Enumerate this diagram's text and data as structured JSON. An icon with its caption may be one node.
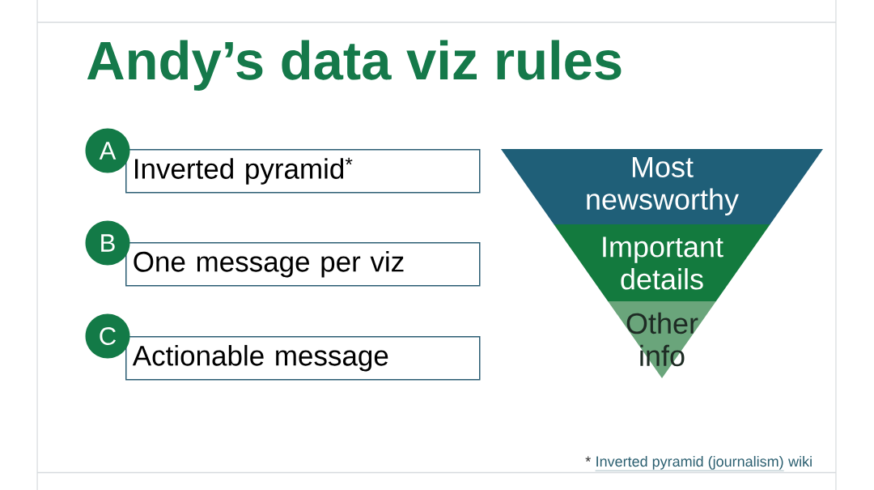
{
  "diagram": {
    "title": "Andy’s data viz rules",
    "nodes": [
      {
        "text": [
          "A"
        ]
      },
      {
        "text": [
          "Inverted pyramid$^{*}$"
        ]
      },
      {
        "text": [
          "B"
        ]
      },
      {
        "text": [
          "One message per viz"
        ]
      },
      {
        "text": [
          "C"
        ]
      },
      {
        "text": [
          "Actionable message"
        ]
      },
      {
        "text": [
          "Most newsworthy"
        ]
      },
      {
        "text": [
          "Important details"
        ]
      },
      {
        "text": [
          "Other info"
        ]
      }
    ],
    "labels": [
      "*",
      "Inverted pyramid (journalism)",
      "wiki"
    ]
  }
}
